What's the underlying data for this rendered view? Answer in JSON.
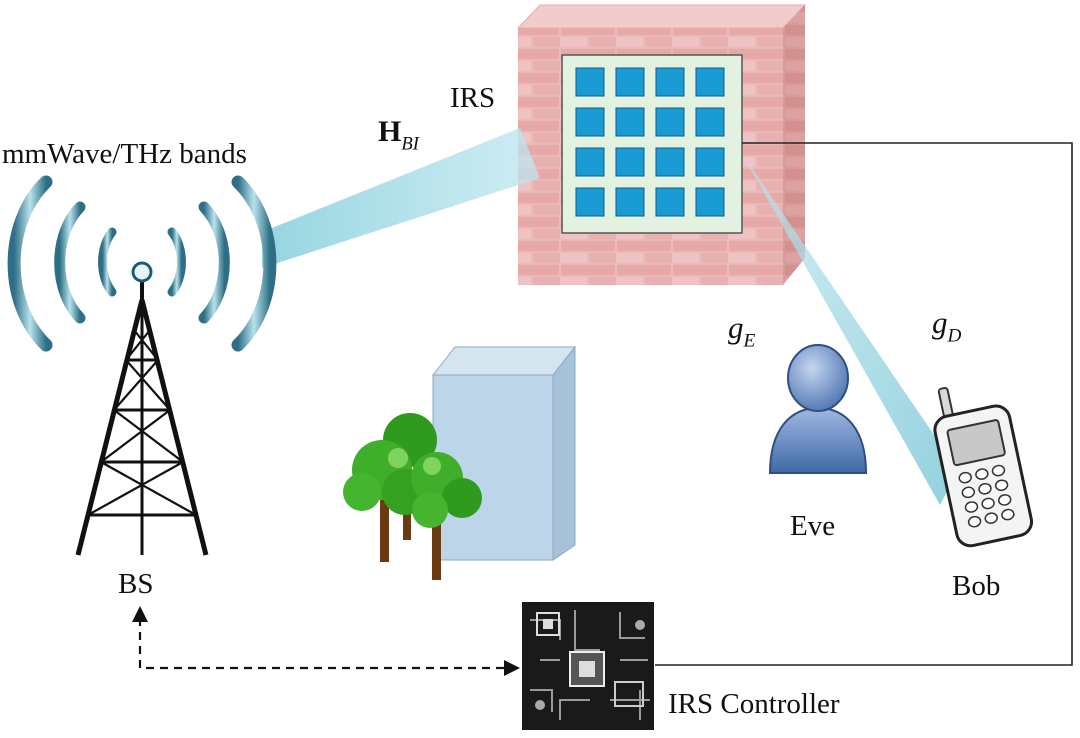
{
  "labels": {
    "bands": "mmWave/THz bands",
    "irs": "IRS",
    "bs": "BS",
    "eve": "Eve",
    "bob": "Bob",
    "controller": "IRS Controller"
  },
  "channels": {
    "h_bi": {
      "symbol": "H",
      "subscript": "BI"
    },
    "g_e": {
      "symbol": "g",
      "subscript": "E"
    },
    "g_d": {
      "symbol": "g",
      "subscript": "D"
    }
  },
  "colors": {
    "beam": "#8fd3df",
    "tile": "#1b9bd3",
    "brick": "#e8b3b3",
    "building": "#b9d3e6",
    "person": "#6f93c9",
    "tree": "#3fae2a"
  }
}
